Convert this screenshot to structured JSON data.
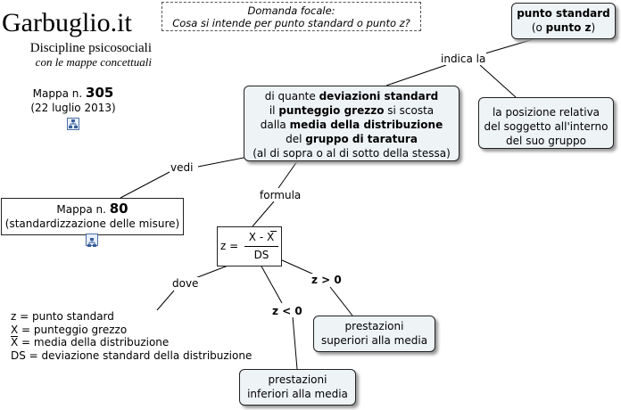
{
  "brand": {
    "title": "Garbuglio.it",
    "subtitle": "Discipline psicosociali",
    "tagline": "con le mappe concettuali"
  },
  "map_info": {
    "prefix": "Mappa n.",
    "number": "305",
    "date": "(22 luglio 2013)"
  },
  "focal_question": {
    "heading": "Domanda focale:",
    "text": "Cosa si intende per punto standard o punto z?"
  },
  "concept_top": {
    "line1": "punto standard",
    "line2_pre": "(o ",
    "line2_bold": "punto z",
    "line2_post": ")"
  },
  "concept_main": {
    "l1_pre": "di quante ",
    "l1_bold": "deviazioni standard",
    "l2_pre": "il ",
    "l2_bold": "punteggio grezzo",
    "l2_post": " si scosta",
    "l3_pre": "dalla ",
    "l3_bold": "media della distribuzione",
    "l4_pre": "del ",
    "l4_bold": "gruppo di taratura",
    "l5": "(al di sopra o al di sotto della stessa)"
  },
  "concept_right": {
    "line1": "la posizione relativa",
    "line2": "del soggetto all'interno",
    "line3": "del suo gruppo"
  },
  "concept_mappa80": {
    "prefix": "Mappa n.",
    "number": "80",
    "subtitle": "(standardizzazione delle misure)"
  },
  "formula": {
    "lhs": "z =",
    "numerator": "X - X",
    "denominator": "DS"
  },
  "concept_superior": {
    "line1": "prestazioni",
    "line2": "superiori alla media"
  },
  "concept_inferior": {
    "line1": "prestazioni",
    "line2": "inferiori alla media"
  },
  "link_labels": {
    "indica_la": "indica la",
    "vedi": "vedi",
    "formula": "formula",
    "dove": "dove",
    "z_pos": "z > 0",
    "z_neg": "z < 0"
  },
  "legend": [
    "z = punto standard",
    "X = punteggio grezzo",
    "X = media della distribuzione",
    "DS = deviazione standard della distribuzione"
  ]
}
